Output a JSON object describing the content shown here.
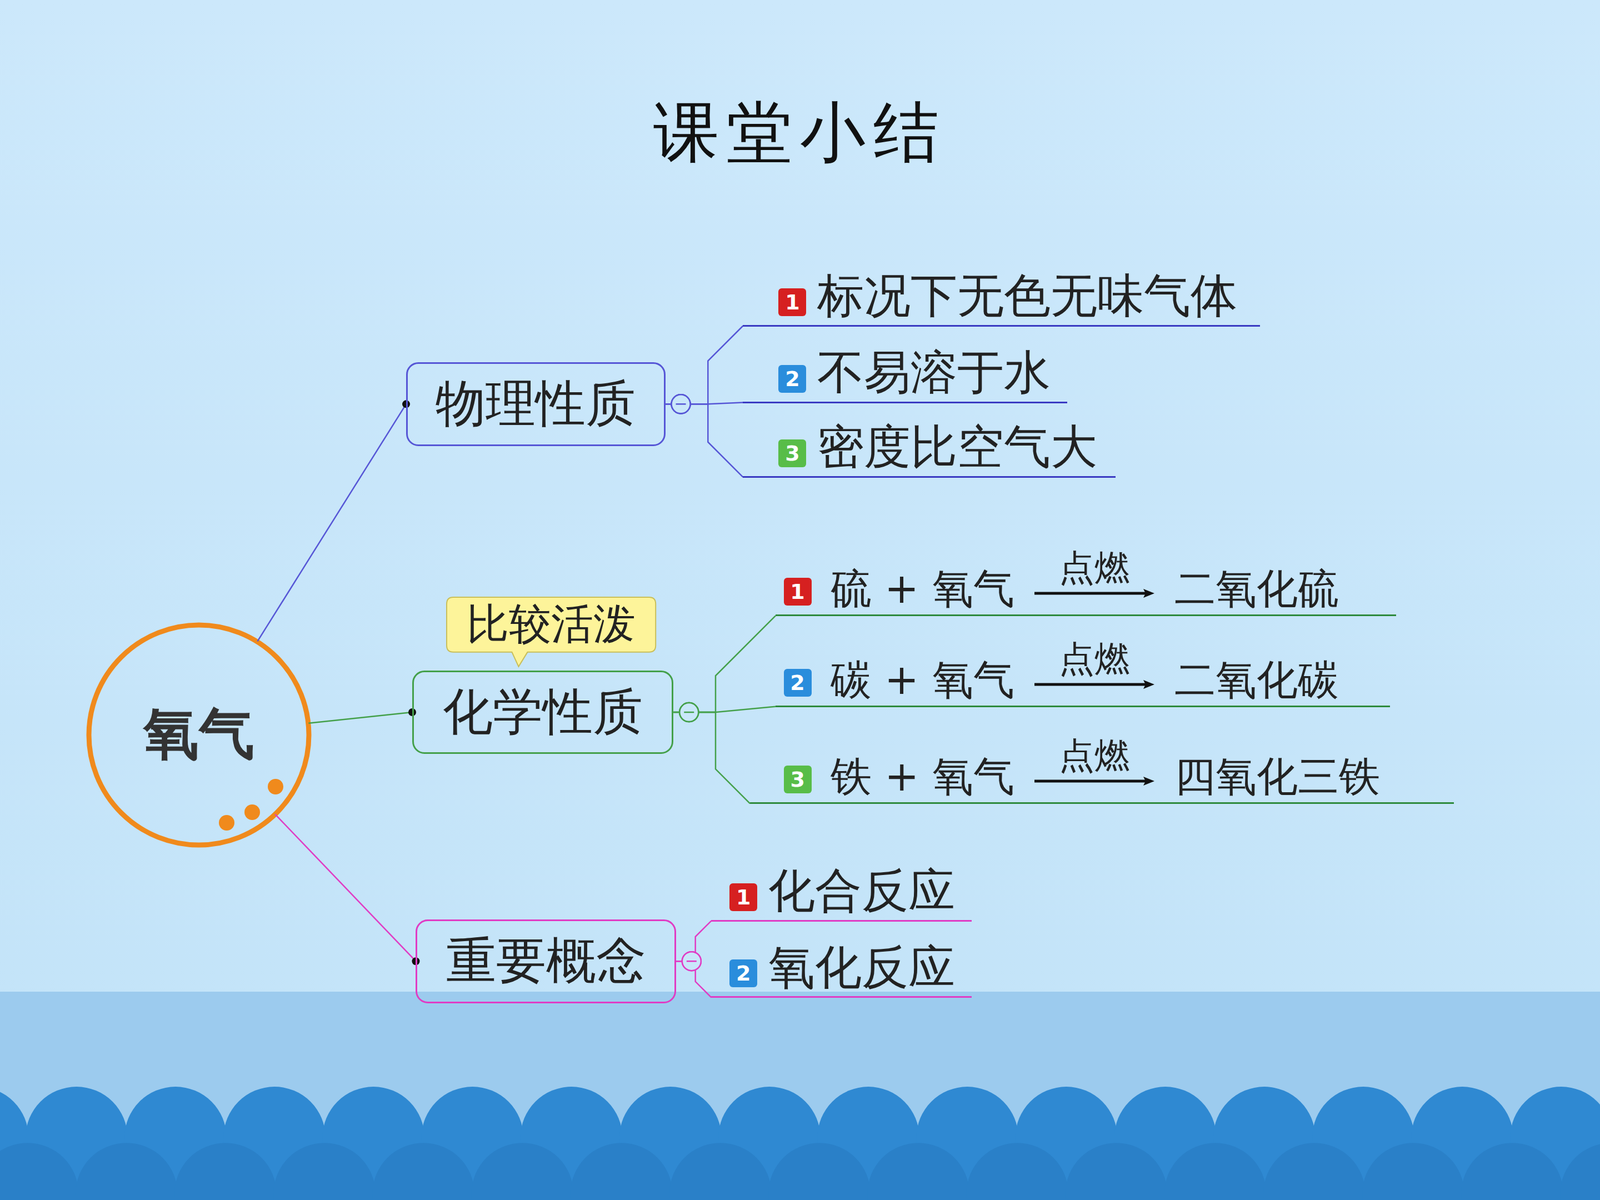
{
  "diagram": {
    "title": "课堂小结",
    "nodes": [
      {
        "text": [
          "氧气"
        ]
      },
      {
        "text": [
          "物理性质"
        ]
      },
      {
        "text": [
          "标况下无色无味气体"
        ]
      },
      {
        "text": [
          "不易溶于水"
        ]
      },
      {
        "text": [
          "密度比空气大"
        ]
      },
      {
        "text": [
          "比较活泼"
        ]
      },
      {
        "text": [
          "化学性质"
        ]
      },
      {
        "text": [
          "硫 + 氧气",
          "点燃",
          "二氧化硫"
        ]
      },
      {
        "text": [
          "碳 + 氧气",
          "点燃",
          "二氧化碳"
        ]
      },
      {
        "text": [
          "铁 + 氧气",
          "点燃",
          "四氧化三铁"
        ]
      },
      {
        "text": [
          "重要概念"
        ]
      },
      {
        "text": [
          "化合反应"
        ]
      },
      {
        "text": [
          "氧化反应"
        ]
      }
    ],
    "edges": [
      {
        "from": 0,
        "to": 1,
        "arrow": "none"
      },
      {
        "from": 0,
        "to": 6,
        "arrow": "none"
      },
      {
        "from": 0,
        "to": 10,
        "arrow": "none"
      },
      {
        "from": 1,
        "to": 2,
        "arrow": "none"
      },
      {
        "from": 1,
        "to": 3,
        "arrow": "none"
      },
      {
        "from": 1,
        "to": 4,
        "arrow": "none"
      },
      {
        "from": 6,
        "to": 7,
        "arrow": "none"
      },
      {
        "from": 6,
        "to": 8,
        "arrow": "none"
      },
      {
        "from": 6,
        "to": 9,
        "arrow": "none"
      },
      {
        "from": 10,
        "to": 11,
        "arrow": "none"
      },
      {
        "from": 10,
        "to": 12,
        "arrow": "none"
      }
    ],
    "labels": [
      "1",
      "2",
      "3",
      "1",
      "2",
      "3",
      "1",
      "2"
    ]
  }
}
